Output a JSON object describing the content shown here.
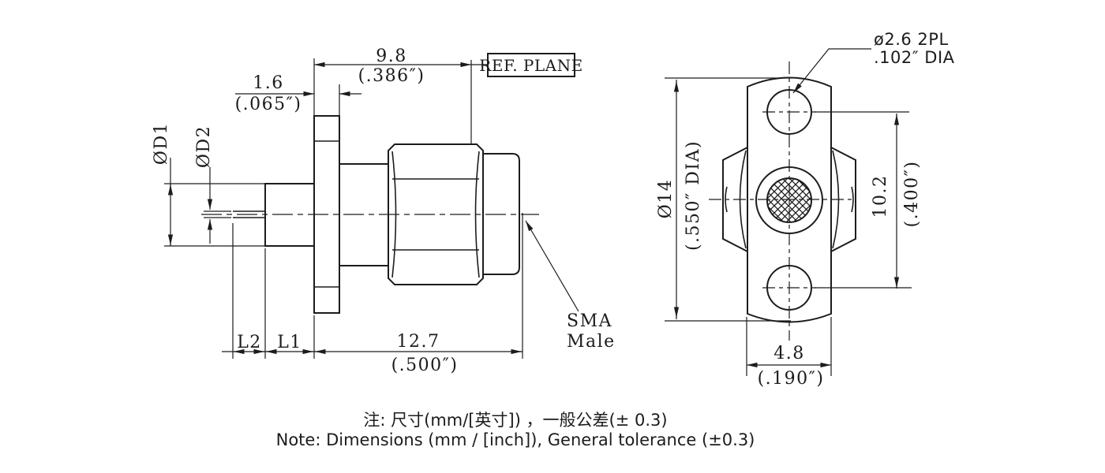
{
  "side_view": {
    "ref_plane_label": "REF. PLANE",
    "dim_width_mm": "9.8",
    "dim_width_in": "(.386″)",
    "dim_flange_thickness_mm": "1.6",
    "dim_flange_thickness_in": "(.065″)",
    "label_d1": "ØD1",
    "label_d2": "ØD2",
    "label_l2": "L2",
    "label_l1": "L1",
    "dim_length_mm": "12.7",
    "dim_length_in": "(.500″)",
    "part_name_line1": "SMA",
    "part_name_line2": "Male"
  },
  "front_view": {
    "hole_callout_line1": "ø2.6 2PL",
    "hole_callout_line2": ".102″ DIA",
    "dim_flange_dia_mm": "Ø14",
    "dim_flange_dia_in": "(.550″ DIA)",
    "dim_hole_spacing_mm": "10.2",
    "dim_hole_spacing_in": "(.400″)",
    "dim_width_mm": "4.8",
    "dim_width_in": "(.190″)"
  },
  "notes": {
    "line_zh": "注: 尺寸(mm/[英寸]) ，一般公差(± 0.3)",
    "line_en": "Note: Dimensions (mm / [inch]), General tolerance (±0.3)"
  },
  "colors": {
    "line": "#1c1c1c",
    "background": "#ffffff"
  }
}
